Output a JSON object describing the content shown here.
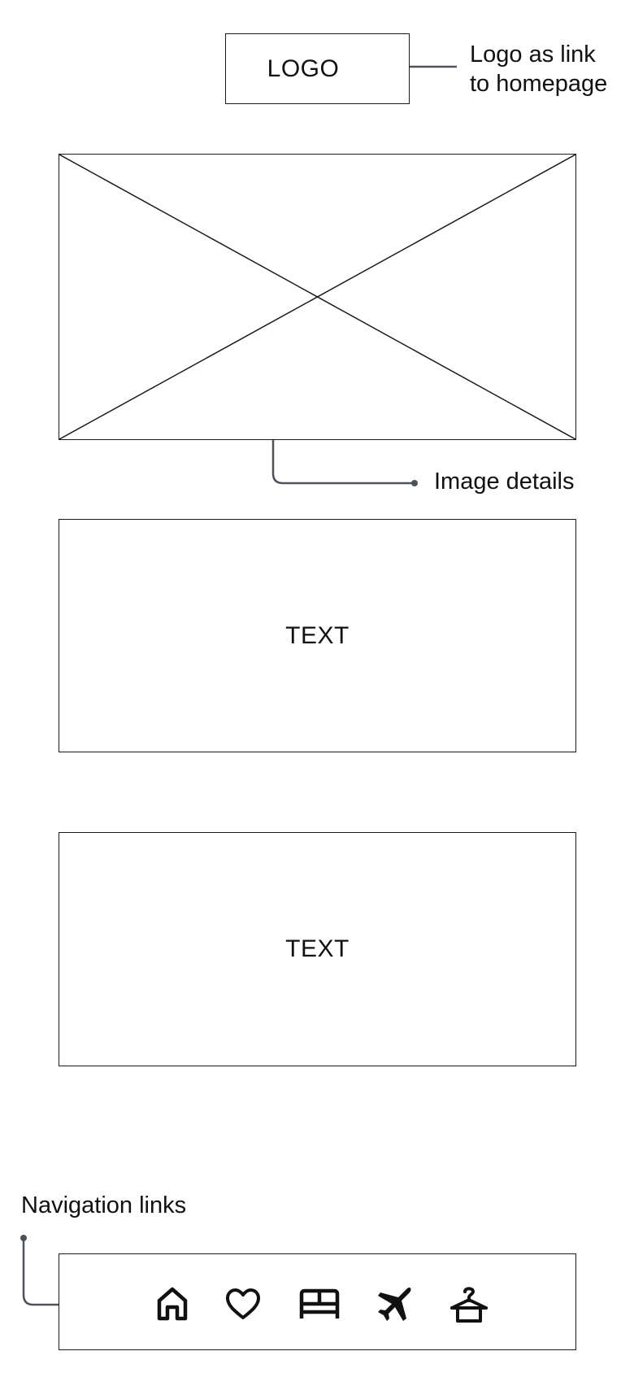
{
  "logo": {
    "label": "LOGO",
    "annotation_line1": "Logo as link",
    "annotation_line2": "to homepage"
  },
  "image_placeholder": {
    "annotation": "Image details"
  },
  "text_blocks": [
    {
      "label": "TEXT"
    },
    {
      "label": "TEXT"
    }
  ],
  "navigation": {
    "annotation": "Navigation links",
    "icons": [
      "home-icon",
      "heart-icon",
      "bed-icon",
      "airplane-icon",
      "hanger-icon"
    ]
  },
  "colors": {
    "connector": "#4a5260",
    "outline": "#1a1a1a",
    "icon": "#111111"
  }
}
